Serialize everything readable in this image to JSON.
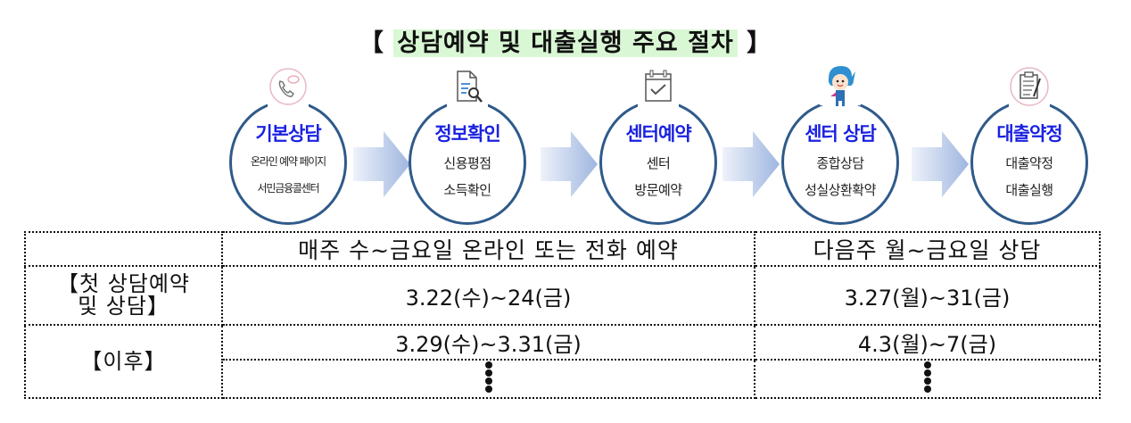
{
  "title": {
    "open_bracket": "【",
    "text": "상담예약 및 대출실행 주요 절차",
    "close_bracket": "】",
    "highlight_color": "#d9f7d4"
  },
  "colors": {
    "step_title": "#1a22e0",
    "circle_border": "#2f5a8a",
    "arrow_start": "#eef2fa",
    "arrow_end": "#9fb6e0"
  },
  "steps": [
    {
      "title": "기본상담",
      "line1": "온라인 예약 페이지",
      "line2": "서민금융콜센터",
      "icon": "phone-chat-icon"
    },
    {
      "title": "정보확인",
      "line1": "신용평점",
      "line2": "소득확인",
      "icon": "document-search-icon"
    },
    {
      "title": "센터예약",
      "line1": "센터",
      "line2": "방문예약",
      "icon": "calendar-check-icon"
    },
    {
      "title": "센터 상담",
      "line1": "종합상담",
      "line2": "성실상환확약",
      "icon": "mascot-icon"
    },
    {
      "title": "대출약정",
      "line1": "대출약정",
      "line2": "대출실행",
      "icon": "clipboard-pen-icon"
    }
  ],
  "schedule": {
    "headers": [
      "",
      "매주 수~금요일 온라인 또는 전화 예약",
      "다음주 월~금요일 상담"
    ],
    "rows": [
      {
        "label_line1": "【첫 상담예약",
        "label_line2": "및 상담】",
        "reservation": "3.22(수)~24(금)",
        "consultation": "3.27(월)~31(금)"
      },
      {
        "label": "【이후】",
        "reservation": "3.29(수)~3.31(금)",
        "consultation": "4.3(월)~7(금)",
        "continuation": "⋮"
      }
    ]
  }
}
